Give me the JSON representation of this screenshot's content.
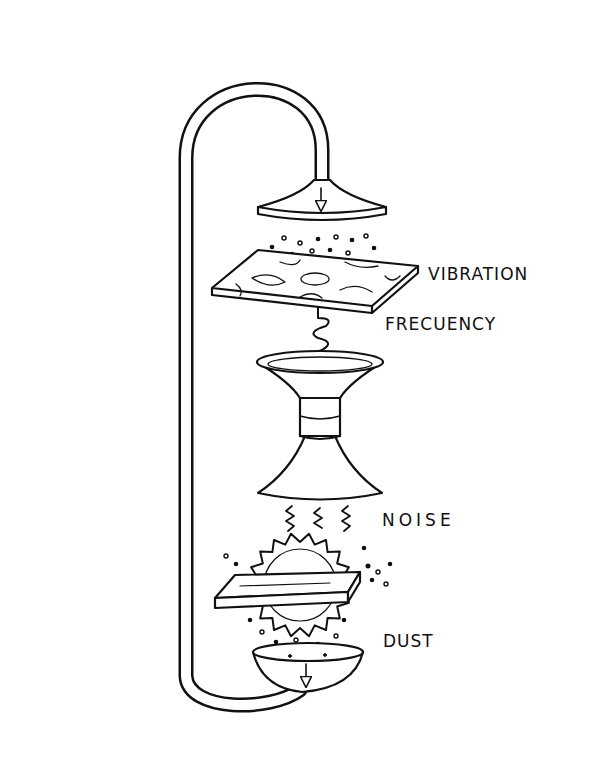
{
  "diagram": {
    "labels": [
      "VIBRATION",
      "FRECUENCY",
      "NOISE",
      "DUST"
    ]
  }
}
